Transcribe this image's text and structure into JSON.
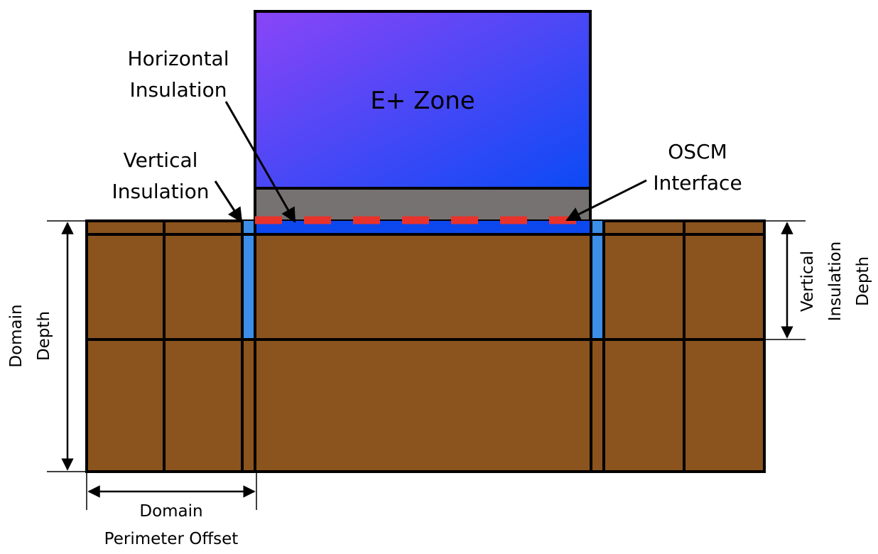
{
  "labels": {
    "zone": "E+ Zone",
    "horizontal_insulation": [
      "Horizontal",
      "Insulation"
    ],
    "vertical_insulation": [
      "Vertical",
      "Insulation"
    ],
    "oscm_interface": [
      "OSCM",
      "Interface"
    ],
    "domain_depth": [
      "Domain",
      "Depth"
    ],
    "vertical_insulation_depth": [
      "Vertical",
      "Insulation",
      "Depth"
    ],
    "domain_perimeter_offset": [
      "Domain",
      "Perimeter Offset"
    ]
  },
  "colors": {
    "ground": "#8b531d",
    "slab": "#777272",
    "insulation_vertical": "#3d8ee6",
    "insulation_horizontal": "#0d47ee",
    "interface_dash": "#e8332c",
    "zone_gradient_start": "#8a45f7",
    "zone_gradient_end": "#0b4af5",
    "outline": "#000000"
  }
}
